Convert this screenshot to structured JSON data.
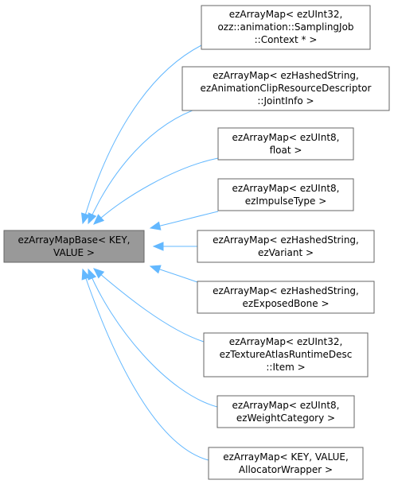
{
  "base_node": {
    "lines": [
      "ezArrayMapBase< KEY,",
      "VALUE >"
    ]
  },
  "derived_nodes": [
    {
      "lines": [
        "ezArrayMap< ezUInt32,",
        "ozz::animation::SamplingJob",
        "::Context * >"
      ]
    },
    {
      "lines": [
        "ezArrayMap< ezHashedString,",
        "ezAnimationClipResourceDescriptor",
        "::JointInfo >"
      ]
    },
    {
      "lines": [
        "ezArrayMap< ezUInt8,",
        "float >"
      ]
    },
    {
      "lines": [
        "ezArrayMap< ezUInt8,",
        "ezImpulseType >"
      ]
    },
    {
      "lines": [
        "ezArrayMap< ezHashedString,",
        "ezVariant >"
      ]
    },
    {
      "lines": [
        "ezArrayMap< ezHashedString,",
        "ezExposedBone >"
      ]
    },
    {
      "lines": [
        "ezArrayMap< ezUInt32,",
        "ezTextureAtlasRuntimeDesc",
        "::Item >"
      ]
    },
    {
      "lines": [
        "ezArrayMap< ezUInt8,",
        "ezWeightCategory >"
      ]
    },
    {
      "lines": [
        "ezArrayMap< KEY, VALUE,",
        "AllocatorWrapper >"
      ]
    }
  ],
  "colors": {
    "edge": "#63b8ff",
    "base_fill": "#999999",
    "node_border": "#666666",
    "node_fill": "#ffffff"
  }
}
